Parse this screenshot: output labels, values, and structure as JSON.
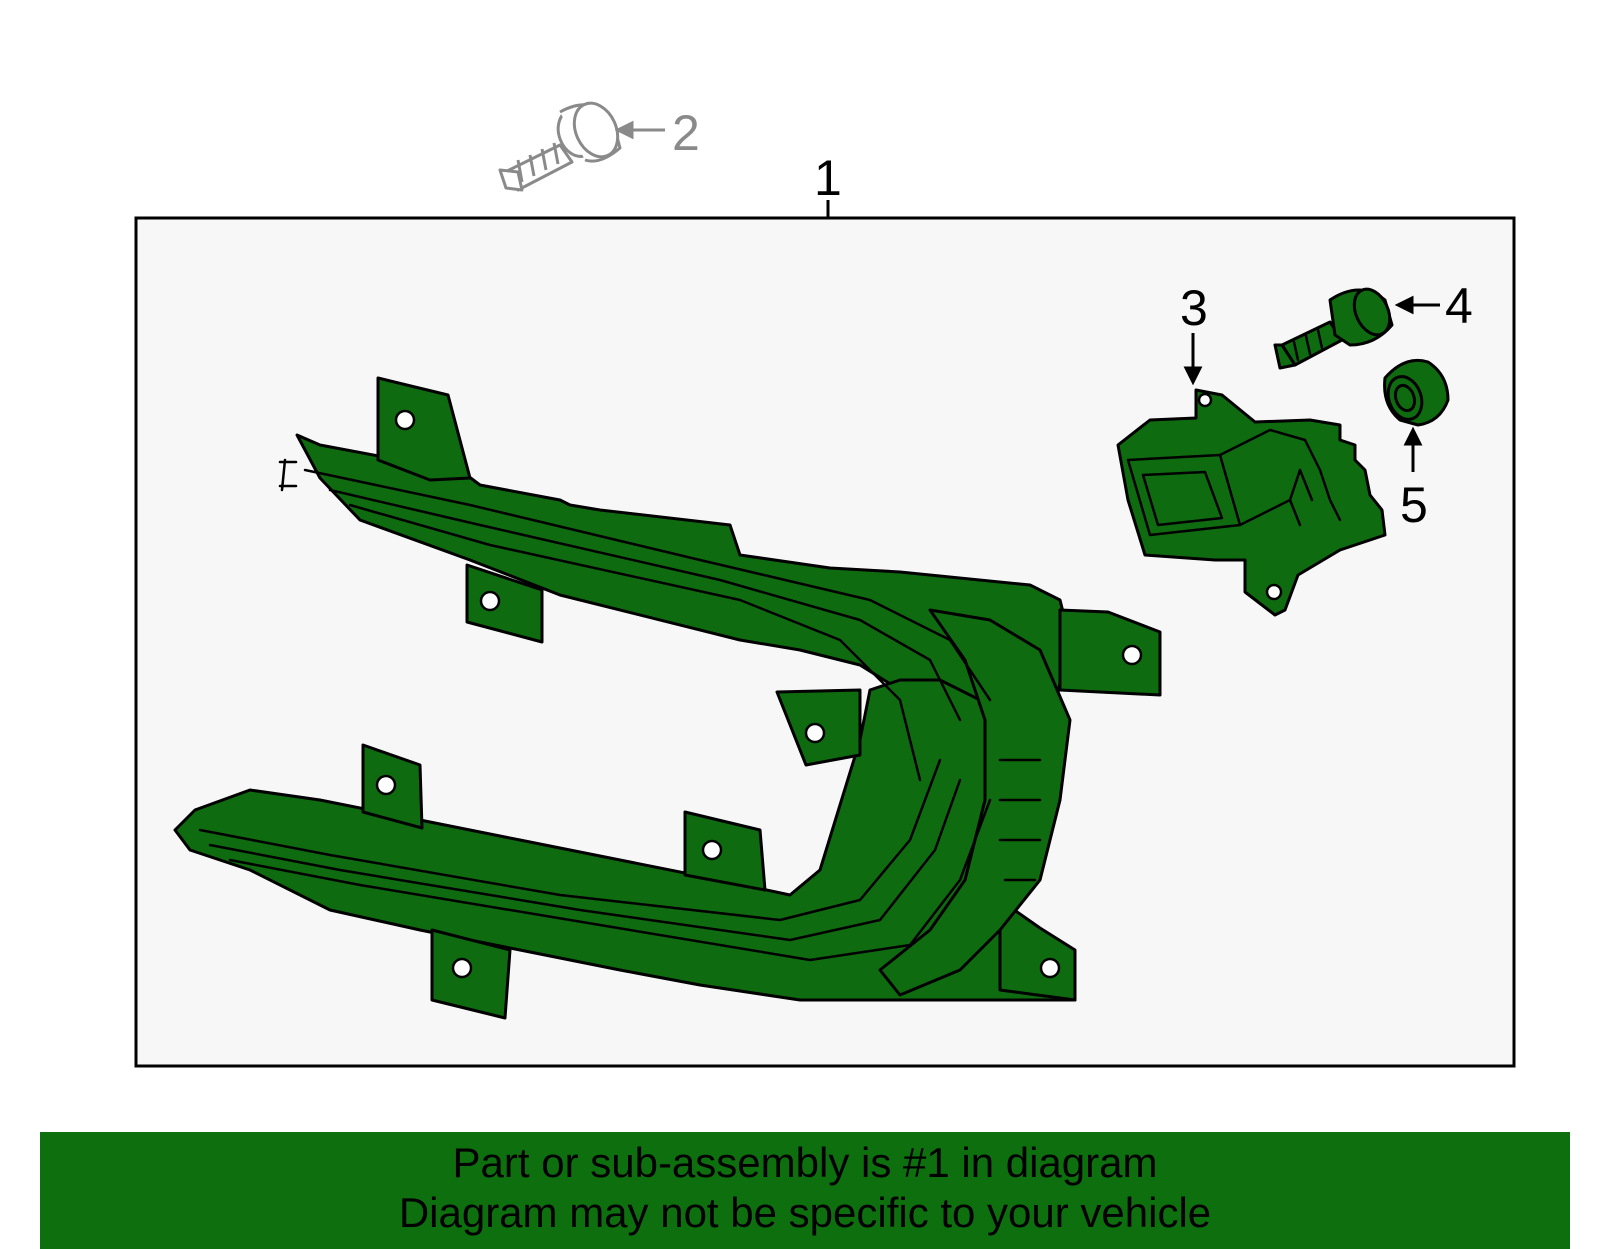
{
  "diagram": {
    "callouts": [
      "1",
      "2",
      "3",
      "4",
      "5"
    ],
    "colors": {
      "part_fill": "#0f6b0f",
      "frame_bg": "#f7f7f7",
      "banner_bg": "#0e6f0e",
      "ghost_part": "#8a8a8a"
    }
  },
  "banner": {
    "line1": "Part or sub-assembly is #1 in diagram",
    "line2": "Diagram may not be specific to your vehicle"
  }
}
